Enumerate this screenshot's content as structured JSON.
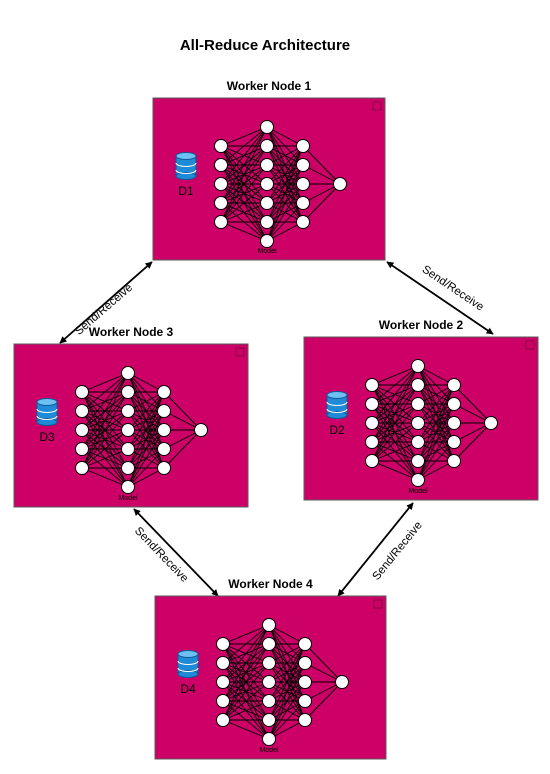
{
  "title": "All-Reduce Architecture",
  "colors": {
    "node_fill": "#cc0066",
    "node_stroke": "#5a5a5a",
    "db_fill": "#1f8ad6",
    "db_stroke": "#0d5a98"
  },
  "workers": [
    {
      "name": "Worker Node 1",
      "data": "D1",
      "model": "Model",
      "icon": "database-icon"
    },
    {
      "name": "Worker Node 2",
      "data": "D2",
      "model": "Model",
      "icon": "database-icon"
    },
    {
      "name": "Worker Node 3",
      "data": "D3",
      "model": "Model",
      "icon": "database-icon"
    },
    {
      "name": "Worker Node 4",
      "data": "D4",
      "model": "Model",
      "icon": "database-icon"
    }
  ],
  "network_layers": [
    5,
    7,
    5,
    1
  ],
  "edges": [
    {
      "from": "Worker Node 1",
      "to": "Worker Node 3",
      "label": "Send/Receive"
    },
    {
      "from": "Worker Node 1",
      "to": "Worker Node 2",
      "label": "Send/Receive"
    },
    {
      "from": "Worker Node 3",
      "to": "Worker Node 4",
      "label": "Send/Receive"
    },
    {
      "from": "Worker Node 2",
      "to": "Worker Node 4",
      "label": "Send/Receive"
    }
  ]
}
